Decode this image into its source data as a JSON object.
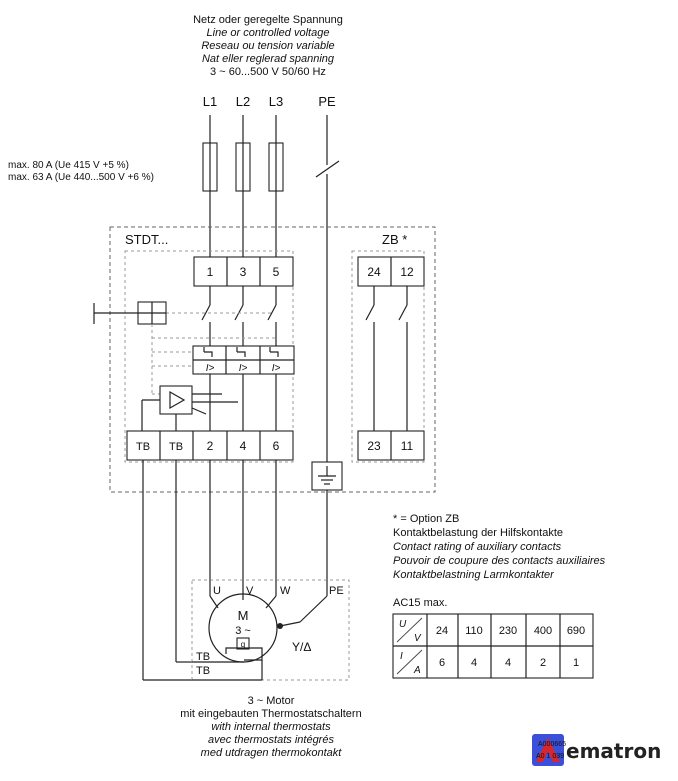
{
  "supply": {
    "line_de": "Netz oder geregelte Spannung",
    "line_en": "Line or controlled voltage",
    "line_fr": "Reseau ou tension variable",
    "line_sv": "Nat eller reglerad spanning",
    "rating": "3 ~ 60...500 V 50/60 Hz",
    "phases": [
      "L1",
      "L2",
      "L3",
      "PE"
    ]
  },
  "fuse_rating": {
    "line1": "max. 80 A (Ue 415 V +5 %)",
    "line2": "max. 63 A (Ue 440...500 V +6 %)"
  },
  "device": {
    "label": "STDT...",
    "top_terminals": [
      "1",
      "3",
      "5"
    ],
    "bottom_terminals": [
      "TB",
      "TB",
      "2",
      "4",
      "6"
    ],
    "trip_symbol": "I>"
  },
  "aux_block": {
    "label": "ZB *",
    "top_terminals": [
      "24",
      "12"
    ],
    "bottom_terminals": [
      "23",
      "11"
    ]
  },
  "option_note": {
    "line1": "* = Option ZB",
    "line2": "Kontaktbelastung der Hilfskontakte",
    "line3": "Contact rating of auxiliary contacts",
    "line4": "Pouvoir de coupure des contacts auxiliaires",
    "line5": "Kontaktbelastning Larmkontakter"
  },
  "rating_table": {
    "title": "AC15 max.",
    "row_u": {
      "num": "U",
      "den": "V",
      "values": [
        "24",
        "110",
        "230",
        "400",
        "690"
      ]
    },
    "row_i": {
      "num": "I",
      "den": "A",
      "values": [
        "6",
        "4",
        "4",
        "2",
        "1"
      ]
    }
  },
  "motor": {
    "terminals": [
      "U",
      "V",
      "W",
      "PE"
    ],
    "symbol_m": "M",
    "symbol_phase": "3 ~",
    "thermostat_symbol": "q",
    "tb1": "TB",
    "tb2": "TB",
    "connection": "Y/Δ"
  },
  "motor_caption": {
    "line1": "3 ~ Motor",
    "line2": "mit eingebauten Thermostatschaltern",
    "line3": "with internal thermostats",
    "line4": "avec thermostats intégrés",
    "line5": "med utdragen thermokontakt"
  },
  "logo": {
    "small_top": "A000665",
    "small_bottom": "A0 1 039",
    "brand": "ematron",
    "colors": {
      "accent_red": "#d9262b",
      "accent_blue": "#3b4fd8"
    }
  }
}
